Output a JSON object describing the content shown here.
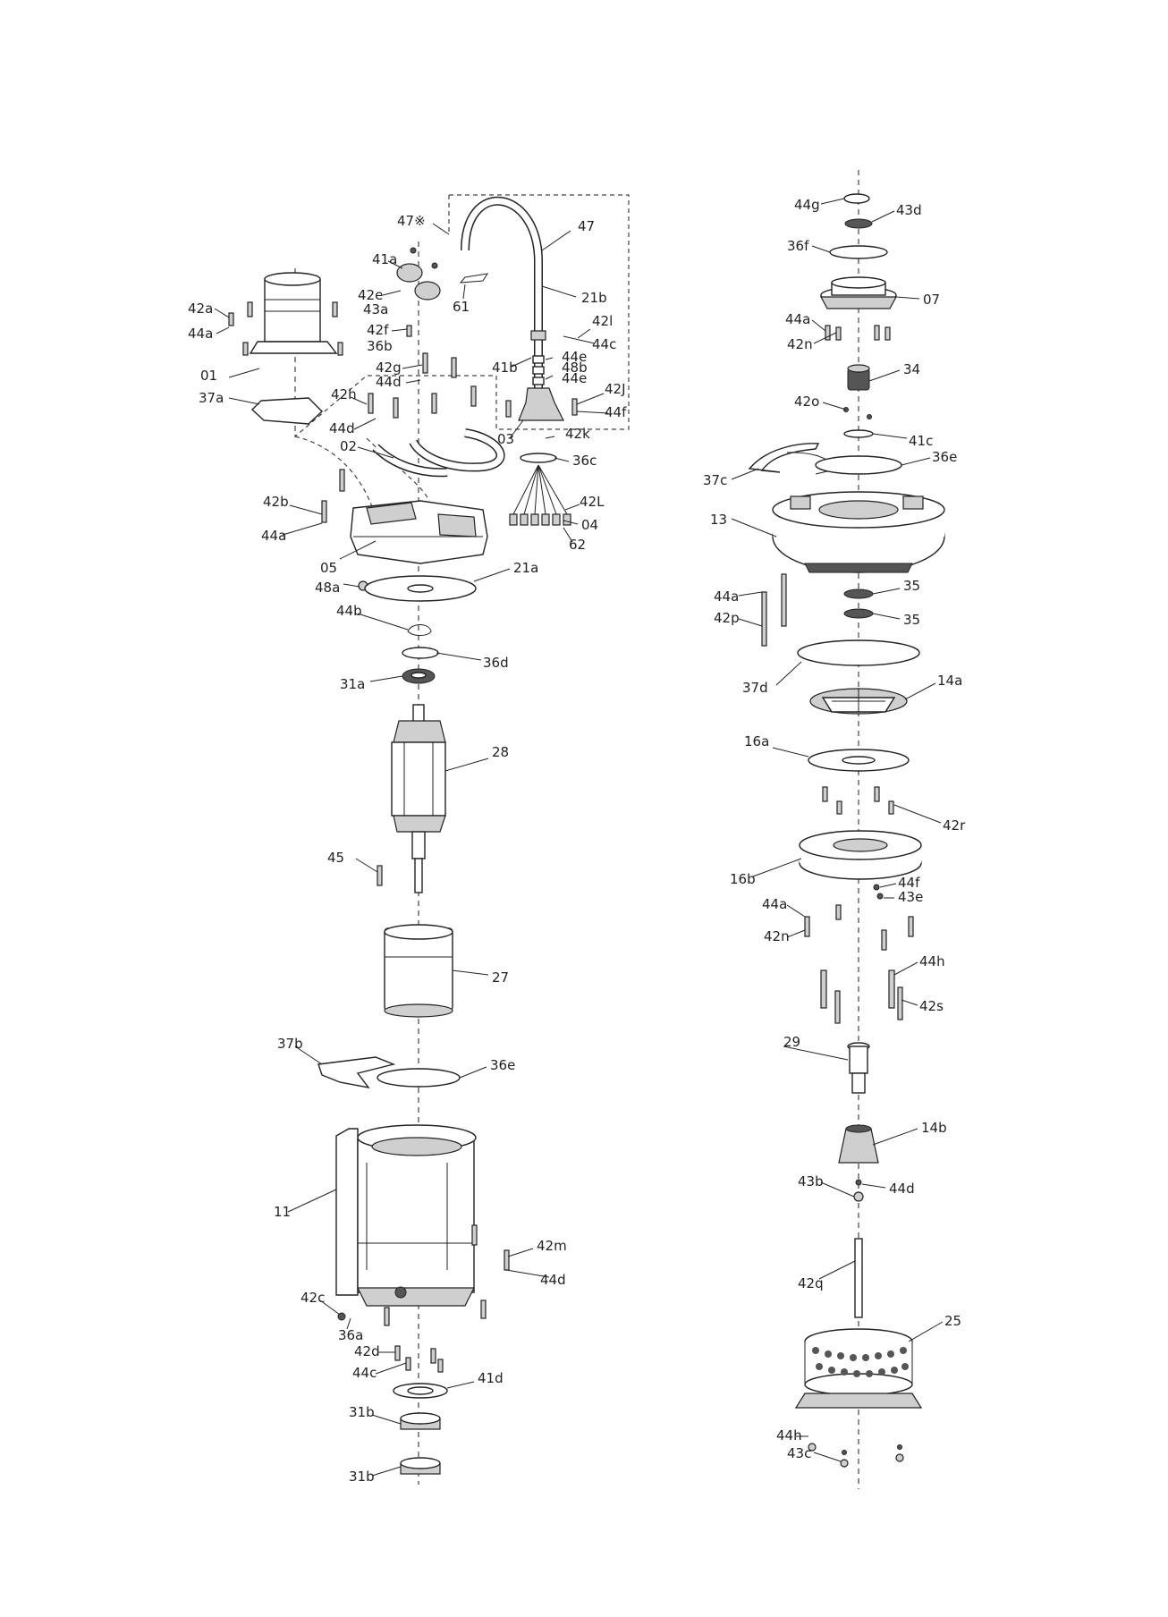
{
  "diagram": {
    "left_column_labels": [
      "47※",
      "47",
      "41a",
      "42e",
      "43a",
      "61",
      "21b",
      "42a",
      "44a",
      "42f",
      "36b",
      "42l",
      "44c",
      "41b",
      "44e",
      "48b",
      "44e",
      "42g",
      "44d",
      "42J",
      "01",
      "37a",
      "42h",
      "44f",
      "44d",
      "03",
      "42k",
      "02",
      "36c",
      "42b",
      "42L",
      "44a",
      "04",
      "62",
      "05",
      "21a",
      "48a",
      "44b",
      "36d",
      "31a",
      "28",
      "45",
      "27",
      "37b",
      "36e",
      "11",
      "42m",
      "44d",
      "42c",
      "36a",
      "42d",
      "44c",
      "41d",
      "31b",
      "31b"
    ],
    "right_column_labels": [
      "44g",
      "43d",
      "36f",
      "07",
      "44a",
      "42n",
      "34",
      "42o",
      "41c",
      "36e",
      "37c",
      "13",
      "44a",
      "35",
      "42p",
      "35",
      "37d",
      "14a",
      "16a",
      "42r",
      "16b",
      "44f",
      "43e",
      "44a",
      "42n",
      "44h",
      "42s",
      "29",
      "14b",
      "43b",
      "44d",
      "42q",
      "25",
      "44h",
      "43c"
    ]
  }
}
